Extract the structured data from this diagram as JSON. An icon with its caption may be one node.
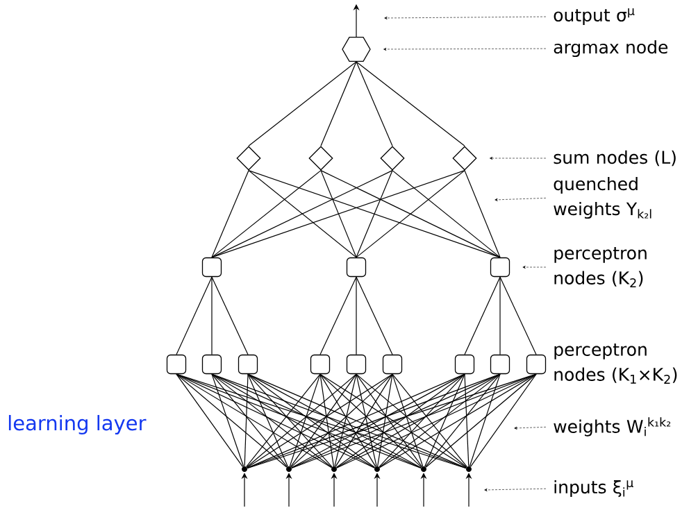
{
  "diagram": {
    "nodes": [
      {
        "text": [],
        "shape": "hexagon"
      },
      {
        "text": [],
        "shape": "diamond"
      },
      {
        "text": [],
        "shape": "diamond"
      },
      {
        "text": [],
        "shape": "diamond"
      },
      {
        "text": [],
        "shape": "diamond"
      },
      {
        "text": [],
        "shape": "box"
      },
      {
        "text": [],
        "shape": "box"
      },
      {
        "text": [],
        "shape": "box"
      },
      {
        "text": [],
        "shape": "box"
      },
      {
        "text": [],
        "shape": "box"
      },
      {
        "text": [],
        "shape": "box"
      },
      {
        "text": [],
        "shape": "box"
      },
      {
        "text": [],
        "shape": "box"
      },
      {
        "text": [],
        "shape": "box"
      },
      {
        "text": [],
        "shape": "box"
      },
      {
        "text": [],
        "shape": "box"
      },
      {
        "text": [],
        "shape": "box"
      },
      {
        "text": [],
        "shape": "circle"
      },
      {
        "text": [],
        "shape": "circle"
      },
      {
        "text": [],
        "shape": "circle"
      },
      {
        "text": [],
        "shape": "circle"
      },
      {
        "text": [],
        "shape": "circle"
      },
      {
        "text": [],
        "shape": "circle"
      },
      {
        "text": [
          "output σ$^{μ}$"
        ]
      },
      {
        "text": [
          "argmax node"
        ]
      },
      {
        "text": [
          "sum nodes (L)"
        ]
      },
      {
        "text": [
          "quenched weights Y$_{k₂l}$"
        ]
      },
      {
        "text": [
          "perceptron nodes (K$_{2}$)"
        ]
      },
      {
        "text": [
          "weights W$_{i}$$^{k₁k₂}$"
        ]
      },
      {
        "text": [
          "inputs ξ$_{i}$$^{μ}$"
        ]
      }
    ],
    "edges": [
      {
        "from": 0,
        "to": null,
        "arrow": "to"
      },
      {
        "from": 1,
        "to": 0,
        "arrow": "none"
      },
      {
        "from": 2,
        "to": 0,
        "arrow": "none"
      },
      {
        "from": 3,
        "to": 0,
        "arrow": "none"
      },
      {
        "from": 4,
        "to": 0,
        "arrow": "none"
      },
      {
        "from": 1,
        "to": 5,
        "arrow": "none"
      },
      {
        "from": 1,
        "to": 6,
        "arrow": "none"
      },
      {
        "from": 1,
        "to": 7,
        "arrow": "none"
      },
      {
        "from": 2,
        "to": 5,
        "arrow": "none"
      },
      {
        "from": 2,
        "to": 6,
        "arrow": "none"
      },
      {
        "from": 2,
        "to": 7,
        "arrow": "none"
      },
      {
        "from": 3,
        "to": 5,
        "arrow": "none"
      },
      {
        "from": 3,
        "to": 6,
        "arrow": "none"
      },
      {
        "from": 3,
        "to": 7,
        "arrow": "none"
      },
      {
        "from": 4,
        "to": 5,
        "arrow": "none"
      },
      {
        "from": 4,
        "to": 6,
        "arrow": "none"
      },
      {
        "from": 4,
        "to": 7,
        "arrow": "none"
      },
      {
        "from": 5,
        "to": 8,
        "arrow": "none"
      },
      {
        "from": 5,
        "to": 9,
        "arrow": "none"
      },
      {
        "from": 5,
        "to": 10,
        "arrow": "none"
      },
      {
        "from": 6,
        "to": 11,
        "arrow": "none"
      },
      {
        "from": 6,
        "to": 12,
        "arrow": "none"
      },
      {
        "from": 6,
        "to": 13,
        "arrow": "none"
      },
      {
        "from": 7,
        "to": 14,
        "arrow": "none"
      },
      {
        "from": 7,
        "to": 15,
        "arrow": "none"
      },
      {
        "from": 7,
        "to": 16,
        "arrow": "none"
      },
      {
        "from": 8,
        "to": 17,
        "arrow": "none"
      },
      {
        "from": 8,
        "to": 18,
        "arrow": "none"
      },
      {
        "from": 8,
        "to": 19,
        "arrow": "none"
      },
      {
        "from": 8,
        "to": 20,
        "arrow": "none"
      },
      {
        "from": 8,
        "to": 21,
        "arrow": "none"
      },
      {
        "from": 8,
        "to": 22,
        "arrow": "none"
      },
      {
        "from": 9,
        "to": 17,
        "arrow": "none"
      },
      {
        "from": 9,
        "to": 18,
        "arrow": "none"
      },
      {
        "from": 9,
        "to": 19,
        "arrow": "none"
      },
      {
        "from": 9,
        "to": 20,
        "arrow": "none"
      },
      {
        "from": 9,
        "to": 21,
        "arrow": "none"
      },
      {
        "from": 9,
        "to": 22,
        "arrow": "none"
      },
      {
        "from": 10,
        "to": 17,
        "arrow": "none"
      },
      {
        "from": 10,
        "to": 18,
        "arrow": "none"
      },
      {
        "from": 10,
        "to": 19,
        "arrow": "none"
      },
      {
        "from": 10,
        "to": 20,
        "arrow": "none"
      },
      {
        "from": 10,
        "to": 21,
        "arrow": "none"
      },
      {
        "from": 10,
        "to": 22,
        "arrow": "none"
      },
      {
        "from": 11,
        "to": 17,
        "arrow": "none"
      },
      {
        "from": 11,
        "to": 18,
        "arrow": "none"
      },
      {
        "from": 11,
        "to": 19,
        "arrow": "none"
      },
      {
        "from": 11,
        "to": 20,
        "arrow": "none"
      },
      {
        "from": 11,
        "to": 21,
        "arrow": "none"
      },
      {
        "from": 11,
        "to": 22,
        "arrow": "none"
      },
      {
        "from": 12,
        "to": 17,
        "arrow": "none"
      },
      {
        "from": 12,
        "to": 18,
        "arrow": "none"
      },
      {
        "from": 12,
        "to": 19,
        "arrow": "none"
      },
      {
        "from": 12,
        "to": 20,
        "arrow": "none"
      },
      {
        "from": 12,
        "to": 21,
        "arrow": "none"
      },
      {
        "from": 12,
        "to": 22,
        "arrow": "none"
      },
      {
        "from": 13,
        "to": 17,
        "arrow": "none"
      },
      {
        "from": 13,
        "to": 18,
        "arrow": "none"
      },
      {
        "from": 13,
        "to": 19,
        "arrow": "none"
      },
      {
        "from": 13,
        "to": 20,
        "arrow": "none"
      },
      {
        "from": 13,
        "to": 21,
        "arrow": "none"
      },
      {
        "from": 13,
        "to": 22,
        "arrow": "none"
      },
      {
        "from": 14,
        "to": 17,
        "arrow": "none"
      },
      {
        "from": 14,
        "to": 18,
        "arrow": "none"
      },
      {
        "from": 14,
        "to": 19,
        "arrow": "none"
      },
      {
        "from": 14,
        "to": 20,
        "arrow": "none"
      },
      {
        "from": 14,
        "to": 21,
        "arrow": "none"
      },
      {
        "from": 14,
        "to": 22,
        "arrow": "none"
      },
      {
        "from": 15,
        "to": 17,
        "arrow": "none"
      },
      {
        "from": 15,
        "to": 18,
        "arrow": "none"
      },
      {
        "from": 15,
        "to": 19,
        "arrow": "none"
      },
      {
        "from": 15,
        "to": 20,
        "arrow": "none"
      },
      {
        "from": 15,
        "to": 21,
        "arrow": "none"
      },
      {
        "from": 15,
        "to": 22,
        "arrow": "none"
      },
      {
        "from": 16,
        "to": 17,
        "arrow": "none"
      },
      {
        "from": 16,
        "to": 18,
        "arrow": "none"
      },
      {
        "from": 16,
        "to": 19,
        "arrow": "none"
      },
      {
        "from": 16,
        "to": 20,
        "arrow": "none"
      },
      {
        "from": 16,
        "to": 21,
        "arrow": "none"
      },
      {
        "from": 16,
        "to": 22,
        "arrow": "none"
      },
      {
        "from": null,
        "to": 17,
        "arrow": "to"
      },
      {
        "from": null,
        "to": 18,
        "arrow": "to"
      },
      {
        "from": null,
        "to": 19,
        "arrow": "to"
      },
      {
        "from": null,
        "to": 20,
        "arrow": "to"
      },
      {
        "from": null,
        "to": 21,
        "arrow": "to"
      },
      {
        "from": null,
        "to": 22,
        "arrow": "to"
      },
      {
        "from": 23,
        "to": null,
        "arrow": "to",
        "style": "dashed"
      },
      {
        "from": 24,
        "to": 0,
        "arrow": "to",
        "style": "dashed"
      },
      {
        "from": 25,
        "to": 4,
        "arrow": "to",
        "style": "dashed"
      },
      {
        "from": 26,
        "to": null,
        "arrow": "to",
        "style": "dashed"
      },
      {
        "from": 27,
        "to": 7,
        "arrow": "to",
        "style": "dashed"
      },
      {
        "from": 28,
        "to": null,
        "arrow": "to",
        "style": "dashed"
      },
      {
        "from": 29,
        "to": null,
        "arrow": "to",
        "style": "dashed"
      }
    ],
    "labels": [
      "perceptron nodes (K$_{1}$×K$_{2}$)",
      "learning layer"
    ]
  }
}
